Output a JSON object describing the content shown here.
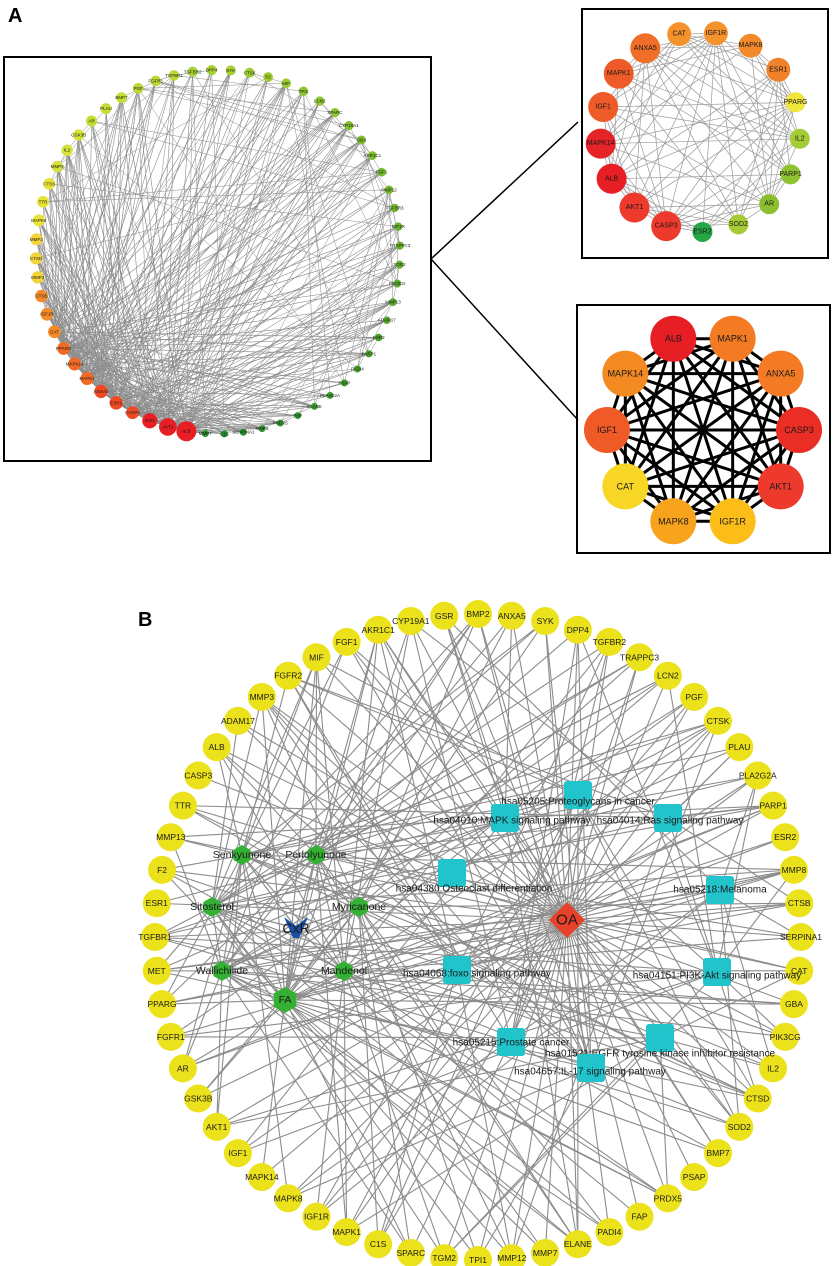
{
  "panels": {
    "a": {
      "letter": "A",
      "overview_network": {
        "nodes": [
          "ALB",
          "AKT1",
          "IGF1",
          "CASP3",
          "ESR1",
          "ANXA5",
          "MAPK1",
          "MAPK14",
          "PPARG",
          "CAT",
          "IGF1R",
          "CTSB",
          "MMP3",
          "CTSD",
          "MMP2",
          "MAPK8",
          "TTR",
          "CTSS",
          "MMP9",
          "IL2",
          "GSK3B",
          "AR",
          "PLAU",
          "BMP7",
          "PGF",
          "FGFR1",
          "TGFBR1",
          "TGFBR2",
          "DPP4",
          "SYK",
          "CTSK",
          "F2",
          "MIF",
          "TPI1",
          "LCN2",
          "SPARC",
          "CYP19A1",
          "GBA",
          "AKR1C1",
          "FGF1",
          "MMP12",
          "TGFBR3",
          "IGF1R",
          "TRAPPC3",
          "SOD2",
          "PIK3CG",
          "MMP13",
          "ADAM17",
          "ESR2",
          "PARP1",
          "PADI4",
          "PSAP",
          "PLA2G2A",
          "ELANE",
          "FAP",
          "PRDX5",
          "MMP8",
          "SERPINA1",
          "C1S",
          "MMP7"
        ],
        "node_colors": [
          "#e81e25",
          "#f04a25",
          "#f36a25",
          "#f58a28",
          "#f4d43a",
          "#e8e33a",
          "#d4e23a",
          "#c6dd35",
          "#b9d835",
          "#a8d233",
          "#9ccc32",
          "#8fc531",
          "#82bf30",
          "#74b82e",
          "#66b12d",
          "#58ab2c",
          "#4aa42b",
          "#3d9e2b",
          "#30982a",
          "#239229"
        ]
      },
      "top20_network": {
        "nodes": [
          "CAT",
          "IGF1R",
          "MAPK8",
          "ESR1",
          "PPARG",
          "IL2",
          "PARP1",
          "AR",
          "SOD2",
          "ESR2",
          "CASP3",
          "AKT1",
          "ALB",
          "MAPK14",
          "IGF1",
          "MAPK1",
          "ANXA5"
        ],
        "node_colors": [
          "#f5922b",
          "#f5922b",
          "#f28a2a",
          "#f1822a",
          "#f0e53a",
          "#a4cc34",
          "#8fc22f",
          "#8cbf2f",
          "#a6cc35",
          "#27a645",
          "#ee3a2c",
          "#ee3a2c",
          "#e81e25",
          "#e42426",
          "#ef5b28",
          "#ef5b28",
          "#f06e28"
        ]
      },
      "top10_network": {
        "nodes": [
          "ALB",
          "MAPK1",
          "ANXA5",
          "CASP3",
          "AKT1",
          "IGF1R",
          "MAPK8",
          "CAT",
          "IGF1",
          "MAPK14"
        ],
        "node_colors": [
          "#e81e25",
          "#f47b24",
          "#f47b24",
          "#ea2e26",
          "#ee3a2c",
          "#fcbd18",
          "#f8a31c",
          "#f7d625",
          "#f05a26",
          "#f48a22"
        ]
      }
    },
    "b": {
      "letter": "B",
      "disease_node": "OA",
      "ingredient_nodes": [
        "Senkyunone",
        "Perlolyunone",
        "Sitosterol",
        "Myricanone",
        "Wallichilide",
        "Mandenol",
        "FA"
      ],
      "herb_node": "CxR",
      "pathway_nodes": [
        "hsa05205:Proteoglycans in cancer",
        "hsa04010:MAPK signaling pathway",
        "hsa04014:Ras signaling pathway",
        "hsa04380:Osteoclast differentiation",
        "hsa05218:Melanoma",
        "hsa04068:foxo signaling pathway",
        "hsa04151:PI3K-Akt signaling pathway",
        "hsa05215:Prostate cancer",
        "hsa01521:EGFR tyrosine kinase inhibitor resistance",
        "hsa04657:IL-17 signaling pathway"
      ],
      "target_nodes": [
        "ANXA5",
        "SYK",
        "DPP4",
        "TGFBR2",
        "TRAPPC3",
        "LCN2",
        "PGF",
        "CTSK",
        "PLAU",
        "PLA2G2A",
        "PARP1",
        "ESR2",
        "MMP8",
        "CTSB",
        "SERPINA1",
        "CAT",
        "GBA",
        "PIK3CG",
        "IL2",
        "CTSD",
        "SOD2",
        "BMP7",
        "PSAP",
        "PRDX5",
        "FAP",
        "PADI4",
        "ELANE",
        "MMP7",
        "MMP12",
        "TPI1",
        "TGM2",
        "SPARC",
        "C1S",
        "MAPK1",
        "IGF1R",
        "MAPK8",
        "MAPK14",
        "IGF1",
        "AKT1",
        "GSK3B",
        "AR",
        "FGFR1",
        "PPARG",
        "MET",
        "TGFBR1",
        "ESR1",
        "F2",
        "MMP13",
        "TTR",
        "CASP3",
        "ALB",
        "ADAM17",
        "MMP3",
        "FGFR2",
        "MIF",
        "FGF1",
        "AKR1C1",
        "CYP19A1",
        "GSR",
        "BMP2"
      ],
      "colors": {
        "target": "#ebe21b",
        "ingredient": "#34b032",
        "pathway": "#22c4cc",
        "disease": "#e8412a",
        "herb": "#1a4fa8",
        "edge": "#8c8c8c"
      }
    }
  }
}
